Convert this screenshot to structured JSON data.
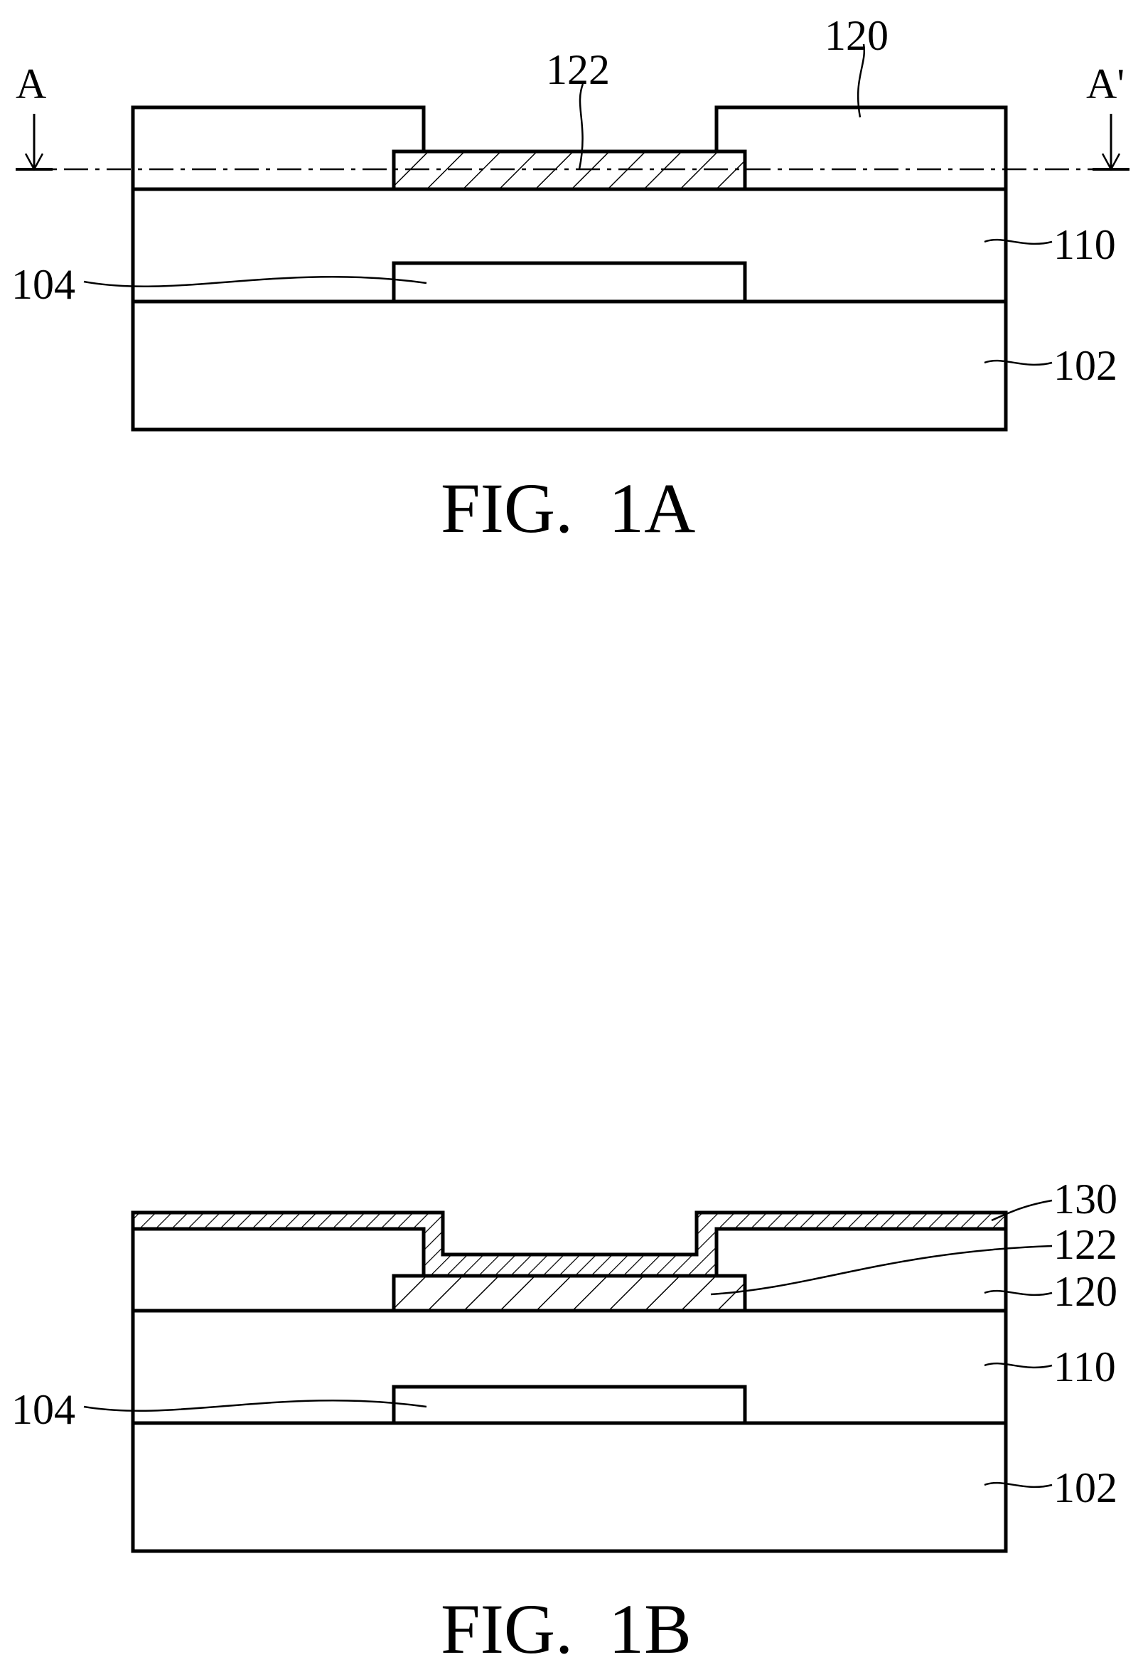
{
  "figure_1a": {
    "caption": "FIG.  1A",
    "section_left": "A",
    "section_right": "A'",
    "labels": {
      "layer_120": "120",
      "layer_122": "122",
      "layer_110": "110",
      "layer_104": "104",
      "layer_102": "102"
    }
  },
  "figure_1b": {
    "caption": "FIG.  1B",
    "labels": {
      "layer_130": "130",
      "layer_122": "122",
      "layer_120": "120",
      "layer_110": "110",
      "layer_104": "104",
      "layer_102": "102"
    }
  }
}
